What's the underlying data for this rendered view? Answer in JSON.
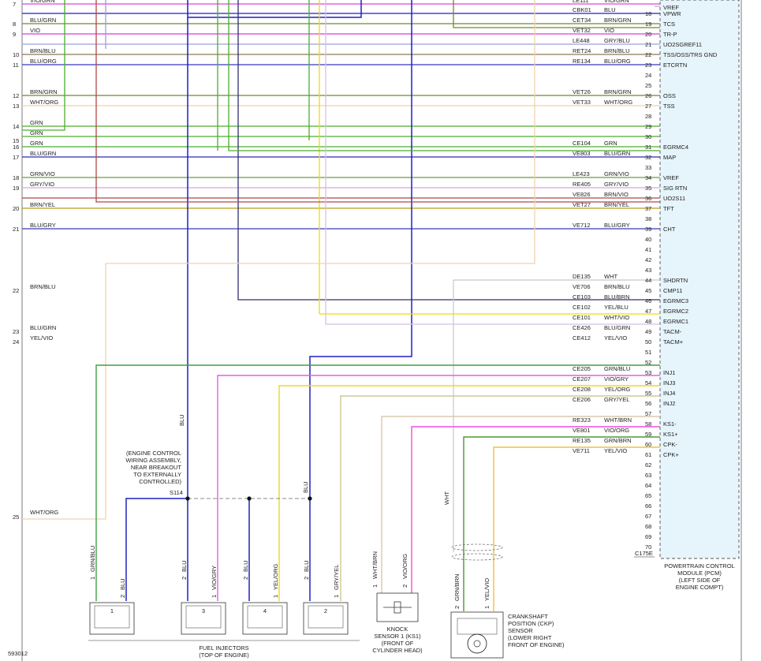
{
  "colors": {
    "VIO/GRN": "#e040e0",
    "BLU/GRN": "#2a2ab8",
    "VIO": "#d83cd8",
    "BRN/BLU": "#8a7a55",
    "BLU/ORG": "#3838c0",
    "BRN/GRN": "#6e8a2a",
    "WHT/ORG": "#f0d2b0",
    "GRN": "#4cae2c",
    "GRN/VIO": "#6a9e3a",
    "GRY/VIO": "#d8a8d8",
    "BRN/YEL": "#b89a18",
    "BLU/GRY": "#3a3ab0",
    "YEL/VIO": "#f0c040",
    "BLU": "#2020c0",
    "GRY/BLU": "#9aa0d8",
    "BRN/VIO": "#b04848",
    "WHT": "#c8c8c8",
    "BLU/BRN": "#303070",
    "YEL/BLU": "#e8e000",
    "WHT/VIO": "#d8c0e0",
    "GRN/BLU": "#40a040",
    "VIO/GRY": "#e060e0",
    "YEL/ORG": "#f0d820",
    "GRY/YEL": "#d0c890",
    "WHT/BRN": "#d8c8b0",
    "VIO/ORG": "#f04ce0",
    "GRN/BRN": "#4a9a30",
    "pcm_fill": "#e6f4fb"
  },
  "rows": [
    {
      "no": "7",
      "left_wire": "VIO/GRN",
      "code": "LE111",
      "color": "VIO/GRN",
      "pin": "",
      "signal": ""
    },
    {
      "no": "",
      "left_wire": "",
      "code": "CBK01",
      "color": "BLU",
      "pin": "18",
      "signal": "VPWR"
    },
    {
      "no": "8",
      "left_wire": "BLU/GRN",
      "code": "CET34",
      "color": "BRN/GRN",
      "pin": "19",
      "signal": "TCS"
    },
    {
      "no": "9",
      "left_wire": "VIO",
      "code": "VET32",
      "color": "VIO",
      "pin": "20",
      "signal": "TR-P"
    },
    {
      "no": "",
      "left_wire": "",
      "code": "LE448",
      "color": "GRY/BLU",
      "pin": "21",
      "signal": "UO2SGREF11"
    },
    {
      "no": "10",
      "left_wire": "BRN/BLU",
      "code": "RET24",
      "color": "BRN/BLU",
      "pin": "22",
      "signal": "TSS/OSS/TRS GND"
    },
    {
      "no": "11",
      "left_wire": "BLU/ORG",
      "code": "RE134",
      "color": "BLU/ORG",
      "pin": "23",
      "signal": "ETCRTN"
    },
    {
      "no": "",
      "left_wire": "",
      "code": "",
      "color": "",
      "pin": "24",
      "signal": ""
    },
    {
      "no": "",
      "left_wire": "",
      "code": "",
      "color": "",
      "pin": "25",
      "signal": ""
    },
    {
      "no": "12",
      "left_wire": "BRN/GRN",
      "code": "VET26",
      "color": "BRN/GRN",
      "pin": "26",
      "signal": "OSS"
    },
    {
      "no": "13",
      "left_wire": "WHT/ORG",
      "code": "VET33",
      "color": "WHT/ORG",
      "pin": "27",
      "signal": "TSS"
    },
    {
      "no": "",
      "left_wire": "",
      "code": "",
      "color": "",
      "pin": "28",
      "signal": ""
    },
    {
      "no": "14",
      "left_wire": "GRN",
      "code": "",
      "color": "",
      "pin": "29",
      "signal": ""
    },
    {
      "no": "",
      "left_wire": "GRN",
      "code": "",
      "color": "",
      "pin": "30",
      "signal": ""
    },
    {
      "no": "15",
      "left_wire": "",
      "code": "",
      "color": "",
      "pin": "",
      "signal": ""
    },
    {
      "no": "16",
      "left_wire": "GRN",
      "code": "CE104",
      "color": "GRN",
      "pin": "31",
      "signal": "EGRMC4"
    },
    {
      "no": "17",
      "left_wire": "BLU/GRN",
      "code": "VE803",
      "color": "BLU/GRN",
      "pin": "32",
      "signal": "MAP"
    },
    {
      "no": "",
      "left_wire": "",
      "code": "",
      "color": "",
      "pin": "33",
      "signal": ""
    },
    {
      "no": "18",
      "left_wire": "GRN/VIO",
      "code": "LE423",
      "color": "GRN/VIO",
      "pin": "34",
      "signal": "VREF"
    },
    {
      "no": "19",
      "left_wire": "GRY/VIO",
      "code": "RE405",
      "color": "GRY/VIO",
      "pin": "35",
      "signal": "SIG RTN"
    },
    {
      "no": "",
      "left_wire": "",
      "code": "VE826",
      "color": "BRN/VIO",
      "pin": "36",
      "signal": "UO2S11"
    },
    {
      "no": "20",
      "left_wire": "BRN/YEL",
      "code": "VET27",
      "color": "BRN/YEL",
      "pin": "37",
      "signal": "TFT"
    },
    {
      "no": "",
      "left_wire": "",
      "code": "",
      "color": "",
      "pin": "38",
      "signal": ""
    },
    {
      "no": "21",
      "left_wire": "BLU/GRY",
      "code": "VE712",
      "color": "BLU/GRY",
      "pin": "39",
      "signal": "CHT"
    }
  ],
  "top_right": {
    "pin_vref_label": "VREF"
  },
  "pins_empty_1": [
    "40",
    "41",
    "42",
    "43"
  ],
  "rows_lower": [
    {
      "no": "",
      "left_wire": "",
      "code": "DE135",
      "color": "WHT",
      "pin": "44",
      "signal": "SHDRTN"
    },
    {
      "no": "22",
      "left_wire": "BRN/BLU",
      "code": "VE706",
      "color": "BRN/BLU",
      "pin": "45",
      "signal": "CMP11"
    },
    {
      "no": "",
      "left_wire": "",
      "code": "CE103",
      "color": "BLU/BRN",
      "pin": "46",
      "signal": "EGRMC3"
    },
    {
      "no": "",
      "left_wire": "",
      "code": "CE102",
      "color": "YEL/BLU",
      "pin": "47",
      "signal": "EGRMC2"
    },
    {
      "no": "",
      "left_wire": "",
      "code": "CE101",
      "color": "WHT/VIO",
      "pin": "48",
      "signal": "EGRMC1"
    },
    {
      "no": "23",
      "left_wire": "BLU/GRN",
      "code": "CE426",
      "color": "BLU/GRN",
      "pin": "49",
      "signal": "TACM-"
    },
    {
      "no": "24",
      "left_wire": "YEL/VIO",
      "code": "CE412",
      "color": "YEL/VIO",
      "pin": "50",
      "signal": "TACM+"
    },
    {
      "no": "",
      "left_wire": "",
      "code": "",
      "color": "",
      "pin": "51",
      "signal": ""
    },
    {
      "no": "",
      "left_wire": "",
      "code": "",
      "color": "",
      "pin": "52",
      "signal": ""
    },
    {
      "no": "",
      "left_wire": "",
      "code": "CE205",
      "color": "GRN/BLU",
      "pin": "53",
      "signal": "INJ1"
    },
    {
      "no": "",
      "left_wire": "",
      "code": "CE207",
      "color": "VIO/GRY",
      "pin": "54",
      "signal": "INJ3"
    },
    {
      "no": "",
      "left_wire": "",
      "code": "CE208",
      "color": "YEL/ORG",
      "pin": "55",
      "signal": "INJ4"
    },
    {
      "no": "",
      "left_wire": "",
      "code": "CE206",
      "color": "GRY/YEL",
      "pin": "56",
      "signal": "INJ2"
    },
    {
      "no": "",
      "left_wire": "",
      "code": "",
      "color": "",
      "pin": "57",
      "signal": ""
    },
    {
      "no": "",
      "left_wire": "",
      "code": "RE323",
      "color": "WHT/BRN",
      "pin": "58",
      "signal": "KS1-"
    },
    {
      "no": "",
      "left_wire": "",
      "code": "VE801",
      "color": "VIO/ORG",
      "pin": "59",
      "signal": "KS1+"
    },
    {
      "no": "",
      "left_wire": "",
      "code": "RE135",
      "color": "GRN/BRN",
      "pin": "60",
      "signal": "CPK-"
    },
    {
      "no": "",
      "left_wire": "",
      "code": "VE711",
      "color": "YEL/VIO",
      "pin": "61",
      "signal": "CPK+"
    }
  ],
  "pins_empty_2": [
    "62",
    "63",
    "64",
    "65",
    "66",
    "67",
    "68",
    "69",
    "70"
  ],
  "row25": {
    "no": "25",
    "left_wire": "WHT/ORG"
  },
  "pcm": {
    "connector": "C175E",
    "label_lines": [
      "POWERTRAIN CONTROL",
      "MODULE (PCM)",
      "(LEFT SIDE OF",
      "ENGINE COMPT)"
    ]
  },
  "splice": {
    "id": "S114",
    "note_lines": [
      "(ENGINE CONTROL",
      "WIRING ASSEMBLY,",
      "NEAR BREAKOUT",
      "TO EXTERNALLY",
      "CONTROLLED)"
    ]
  },
  "vertical_labels": {
    "blu_main": "BLU",
    "blu_right": "BLU",
    "wht_shield": "WHT"
  },
  "injectors": [
    {
      "num": "1",
      "pin_left": "1",
      "wire_left": "GRN/BLU",
      "pin_right": "2",
      "wire_right": "BLU"
    },
    {
      "num": "3",
      "pin_left": "2",
      "wire_left": "BLU",
      "pin_right": "1",
      "wire_right": "VIO/GRY"
    },
    {
      "num": "4",
      "pin_left": "2",
      "wire_left": "BLU",
      "pin_right": "1",
      "wire_right": "YEL/ORG"
    },
    {
      "num": "2",
      "pin_left": "2",
      "wire_left": "BLU",
      "pin_right": "1",
      "wire_right": "GRY/YEL"
    }
  ],
  "injectors_caption": [
    "FUEL INJECTORS",
    "(TOP OF ENGINE)"
  ],
  "knock": {
    "pin_left": "1",
    "wire_left": "WHT/BRN",
    "pin_right": "2",
    "wire_right": "VIO/ORG",
    "caption": [
      "KNOCK",
      "SENSOR 1 (KS1)",
      "(FRONT OF",
      "CYLINDER HEAD)"
    ]
  },
  "ckp": {
    "pin_left": "2",
    "wire_left": "GRN/BRN",
    "pin_right": "1",
    "wire_right": "YEL/VIO",
    "caption": [
      "CRANKSHAFT",
      "POSITION (CKP)",
      "SENSOR",
      "(LOWER RIGHT",
      "FRONT OF ENGINE)"
    ]
  },
  "footer_id": "593012"
}
